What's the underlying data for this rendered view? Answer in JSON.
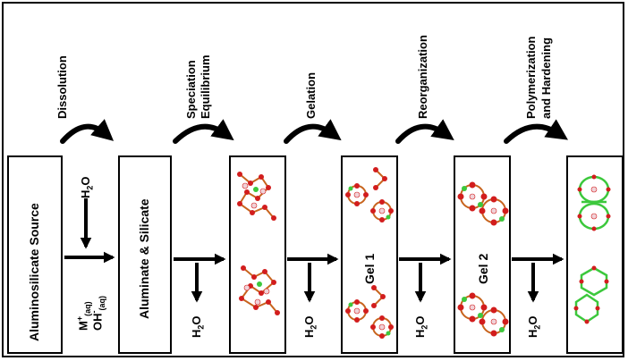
{
  "steps": [
    "Dissolution",
    "Speciation",
    "Equilibrium",
    "Gelation",
    "Reorganization",
    "Polymerization",
    "and Hardening"
  ],
  "boxes": {
    "source": "Aluminosilicate Source",
    "aluminate": "Aluminate  & Silicate",
    "gel1": "Gel 1",
    "gel2": "Gel 2"
  },
  "reagents": {
    "h2o_top_H": "H",
    "h2o_top_2": "2",
    "h2o_top_O": "O",
    "m": "M",
    "m_sup": "+",
    "m_sub": "(aq)",
    "oh": "OH",
    "oh_sup": "-",
    "oh_sub": "(aq)"
  },
  "water_out": {
    "H": "H",
    "sub": "2",
    "O": "O"
  },
  "colors": {
    "arrow": "#000000",
    "oxygen": "#d21d1d",
    "silicon": "#c8641e",
    "aluminum": "#3cc83c",
    "cation": "#f0d2d8"
  },
  "icons": [
    "curved-arrow-icon",
    "down-arrow-icon",
    "right-arrow-icon",
    "molecule-icon"
  ]
}
